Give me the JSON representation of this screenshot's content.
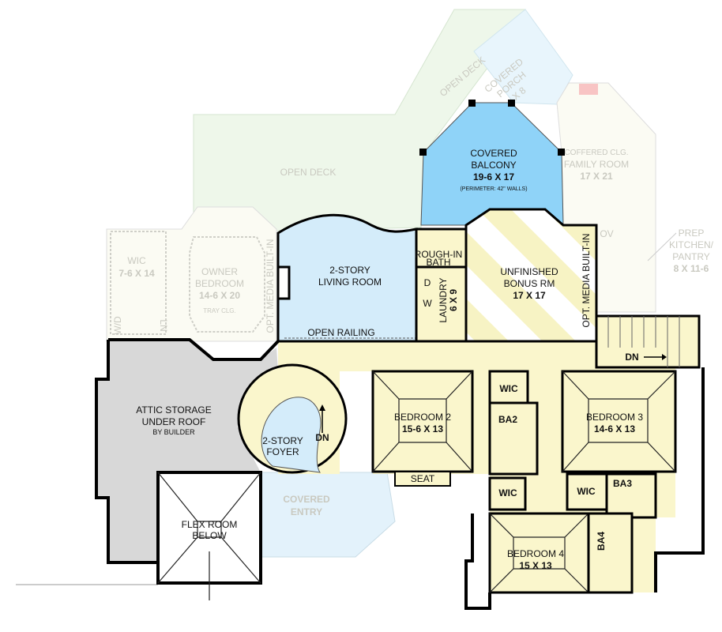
{
  "plan": {
    "colors": {
      "balcony": "#8fd3f8",
      "living": "#d4ecfa",
      "hall": "#faf6cc",
      "attic": "#d8d8d8",
      "deck": "#eef7ea",
      "ghost_text": "#c9c9c0",
      "fireplace": "#f8c4c4"
    },
    "ghost_rooms": {
      "open_deck_top": "OPEN DECK",
      "open_deck_left": "OPEN DECK",
      "covered_porch": [
        "COVERED",
        "PORCH",
        "X 8"
      ],
      "family_room": [
        "COFFERED CLG.",
        "FAMILY ROOM",
        "17 X 21"
      ],
      "prep_kitchen": [
        "PREP",
        "KITCHEN/",
        "PANTRY",
        "8 X 11-6"
      ],
      "ov": "OV",
      "wic": [
        "WIC",
        "7-6 X 14"
      ],
      "owner_bedroom": [
        "OWNER",
        "BEDROOM",
        "14-6 X 20",
        "TRAY CLG."
      ],
      "owner_media": "OPT. MEDIA BUILT-IN",
      "wd": "W/D",
      "ln": "LN",
      "covered_entry": [
        "COVERED",
        "ENTRY"
      ],
      "flex_room": [
        "FLEX ROOM",
        "BELOW"
      ]
    },
    "rooms": {
      "covered_balcony": [
        "COVERED",
        "BALCONY",
        "19-6 X 17",
        "(PERIMETER: 42\" WALLS)"
      ],
      "living_room": [
        "2-STORY",
        "LIVING ROOM"
      ],
      "open_railing": "OPEN RAILING",
      "rough_in_bath": [
        "ROUGH-IN",
        "BATH"
      ],
      "laundry": [
        "LAUNDRY",
        "6 X 9"
      ],
      "dryer": "D",
      "washer": "W",
      "bonus_room": [
        "UNFINISHED",
        "BONUS RM",
        "17 X 17"
      ],
      "bonus_media": "OPT. MEDIA BUILT-IN",
      "attic": [
        "ATTIC STORAGE",
        "UNDER ROOF",
        "BY BUILDER"
      ],
      "foyer": [
        "2-STORY",
        "FOYER"
      ],
      "stair_dn": "DN",
      "stair_dn_right": "DN",
      "bedroom2": [
        "BEDROOM 2",
        "15-6 X 13"
      ],
      "seat": "SEAT",
      "wic_top": "WIC",
      "ba2": "BA2",
      "bedroom3": [
        "BEDROOM 3",
        "14-6 X 13"
      ],
      "wic_mid": "WIC",
      "wic_right": "WIC",
      "ba3": "BA3",
      "bedroom4": [
        "BEDROOM 4",
        "15 X 13"
      ],
      "ba4": "BA4"
    }
  }
}
